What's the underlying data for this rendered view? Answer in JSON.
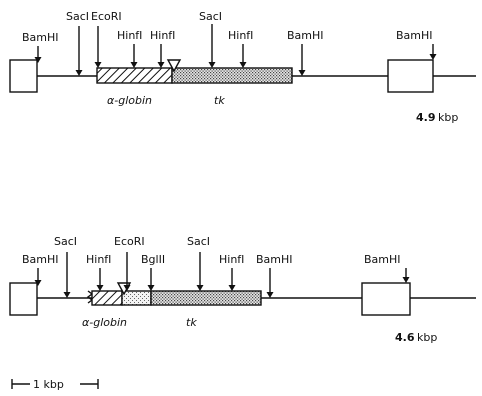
{
  "construct_top": {
    "sites": {
      "bamhi_left": "BamHI",
      "saci_1": "SacI",
      "ecori": "EcoRI",
      "hinfi_1": "HinfI",
      "hinfi_2": "HinfI",
      "saci_2": "SacI",
      "hinfi_3": "HinfI",
      "bamhi_mid": "BamHI",
      "bamhi_right": "BamHI"
    },
    "genes": {
      "globin": "α-globin",
      "tk": "tk"
    },
    "size_value": "4.9",
    "size_unit": "kbp"
  },
  "construct_bottom": {
    "sites": {
      "saci_1": "SacI",
      "bamhi_left": "BamHI",
      "hinfi_1": "HinfI",
      "ecori": "EcoRI",
      "bglii": "BglII",
      "saci_2": "SacI",
      "hinfi_2": "HinfI",
      "bamhi_mid": "BamHI",
      "bamhi_right": "BamHI"
    },
    "genes": {
      "globin": "α-globin",
      "tk": "tk"
    },
    "size_value": "4.6",
    "size_unit": "kbp"
  },
  "scale_bar": {
    "label": "1 kbp"
  }
}
